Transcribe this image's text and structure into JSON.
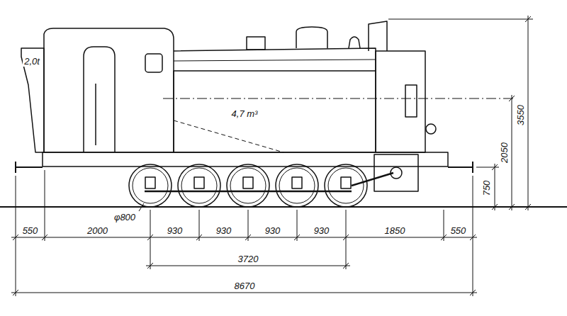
{
  "diagram": {
    "labels": [
      "2,0t",
      "4,7 m³",
      "3550",
      "2050",
      "750",
      "φ800",
      "550",
      "2000",
      "930",
      "930",
      "930",
      "930",
      "1850",
      "550",
      "3720",
      "8670"
    ]
  }
}
